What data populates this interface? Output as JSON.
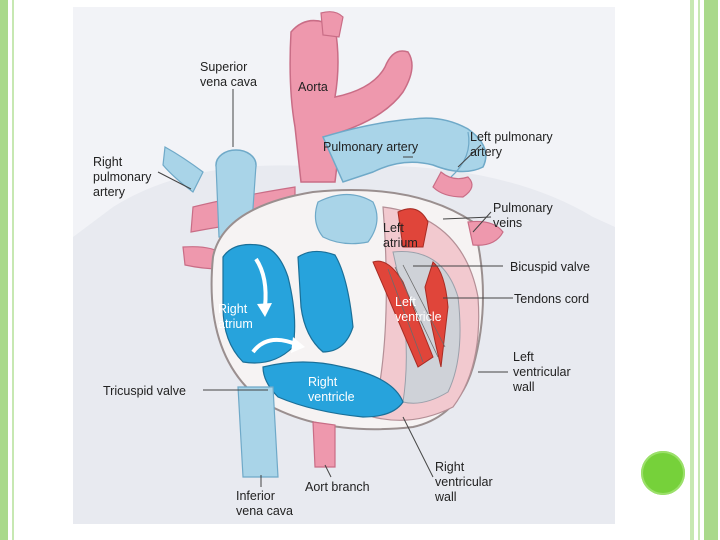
{
  "diagram": {
    "labels": {
      "superior_vena_cava": "Superior\nvena cava",
      "aorta": "Aorta",
      "right_pulmonary_artery": "Right\npulmonary\nartery",
      "pulmonary_artery": "Pulmonary artery",
      "left_pulmonary_artery": "Left pulmonary\nartery",
      "pulmonary_veins": "Pulmonary\nveins",
      "left_atrium": "Left\natrium",
      "bicuspid_valve": "Bicuspid valve",
      "tendons_cord": "Tendons cord",
      "left_ventricle": "Left\nventricle",
      "right_atrium": "Right\natrium",
      "left_ventricular_wall": "Left\nventricular\nwall",
      "tricuspid_valve": "Tricuspid valve",
      "right_ventricle": "Right\nventricle",
      "right_ventricular_wall": "Right\nventricular\nwall",
      "aort_branch": "Aort branch",
      "inferior_vena_cava": "Inferior\nvena cava"
    },
    "colors": {
      "oxygenated": "#ee98ad",
      "deoxygenated": "#27a3dc",
      "vessel_light_blue": "#a9d4e8",
      "muscle_red": "#e0453a",
      "frame_green": "#a9d98a",
      "dot_green": "#76d13a"
    }
  }
}
